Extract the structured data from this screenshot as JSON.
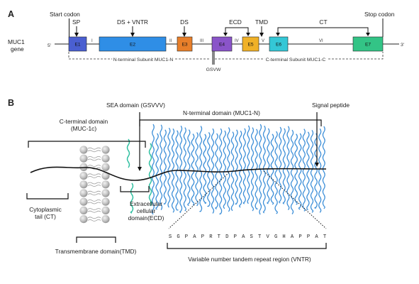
{
  "panel_a": {
    "letter": "A",
    "gene_label_1": "MUC1",
    "gene_label_2": "gene",
    "end_5": "5'",
    "end_3": "3'",
    "exons": [
      {
        "label": "E1",
        "color": "#4a5fd1"
      },
      {
        "label": "E2",
        "color": "#2f8ee6"
      },
      {
        "label": "E3",
        "color": "#e87f2a"
      },
      {
        "label": "E4",
        "color": "#8a54c9"
      },
      {
        "label": "E5",
        "color": "#f0b127"
      },
      {
        "label": "E6",
        "color": "#34c7d6"
      },
      {
        "label": "E7",
        "color": "#33c486"
      }
    ],
    "introns": [
      "I",
      "II",
      "III",
      "IV",
      "V",
      "VI"
    ],
    "annotations": {
      "start_codon": "Start codon",
      "sp": "SP",
      "ds_vntr": "DS + VNTR",
      "ds": "DS",
      "ecd": "ECD",
      "tmd": "TMD",
      "ct": "CT",
      "stop_codon": "Stop codon",
      "gsvw": "GSVW"
    },
    "subunit_n": "N-terminal Subunit MUC1-N",
    "subunit_c": "C-terminal Subunit MUC1-C"
  },
  "panel_b": {
    "letter": "B",
    "sea_domain": "SEA domain (GSVVV)",
    "n_terminal": "N-terminal domain (MUC1-N)",
    "signal_peptide": "Signal peptide",
    "c_terminal_1": "C-terminal domain",
    "c_terminal_2": "(MUC-1c)",
    "cyto_1": "Cytoplasmic",
    "cyto_2": "tail (CT)",
    "ecd_1": "Extracellular",
    "ecd_2": "cellular",
    "ecd_3": "domain(ECD)",
    "tmd": "Transmembrane domain(TMD)",
    "vntr_sequence": [
      "S",
      "G",
      "P",
      "A",
      "P",
      "R",
      "T",
      "D",
      "P",
      "A",
      "S",
      "T",
      "V",
      "G",
      "H",
      "A",
      "P",
      "P",
      "A",
      "T"
    ],
    "vntr_label": "Variable number tandem repeat region (VNTR)"
  },
  "colors": {
    "glyco": "#3d8fd8",
    "sea_green": "#2fbfa0",
    "lipid_ball": "#b8b8b8"
  }
}
